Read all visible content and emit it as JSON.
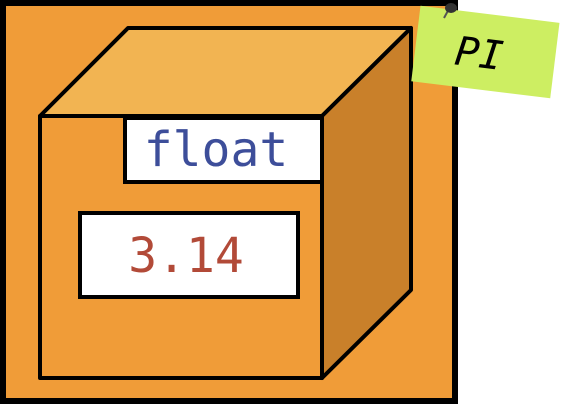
{
  "variable": {
    "type_label": "float",
    "value": "3.14",
    "name_tag": "PI"
  },
  "colors": {
    "background_frame": "#f09c38",
    "box_front": "#f09c38",
    "box_top": "#f2b452",
    "box_side": "#c9802a",
    "outline": "#000000",
    "type_text": "#3d4e9a",
    "value_text": "#b24a38",
    "label_fill": "#ffffff",
    "sticky_note": "#cdee62",
    "pin": "#333333"
  }
}
